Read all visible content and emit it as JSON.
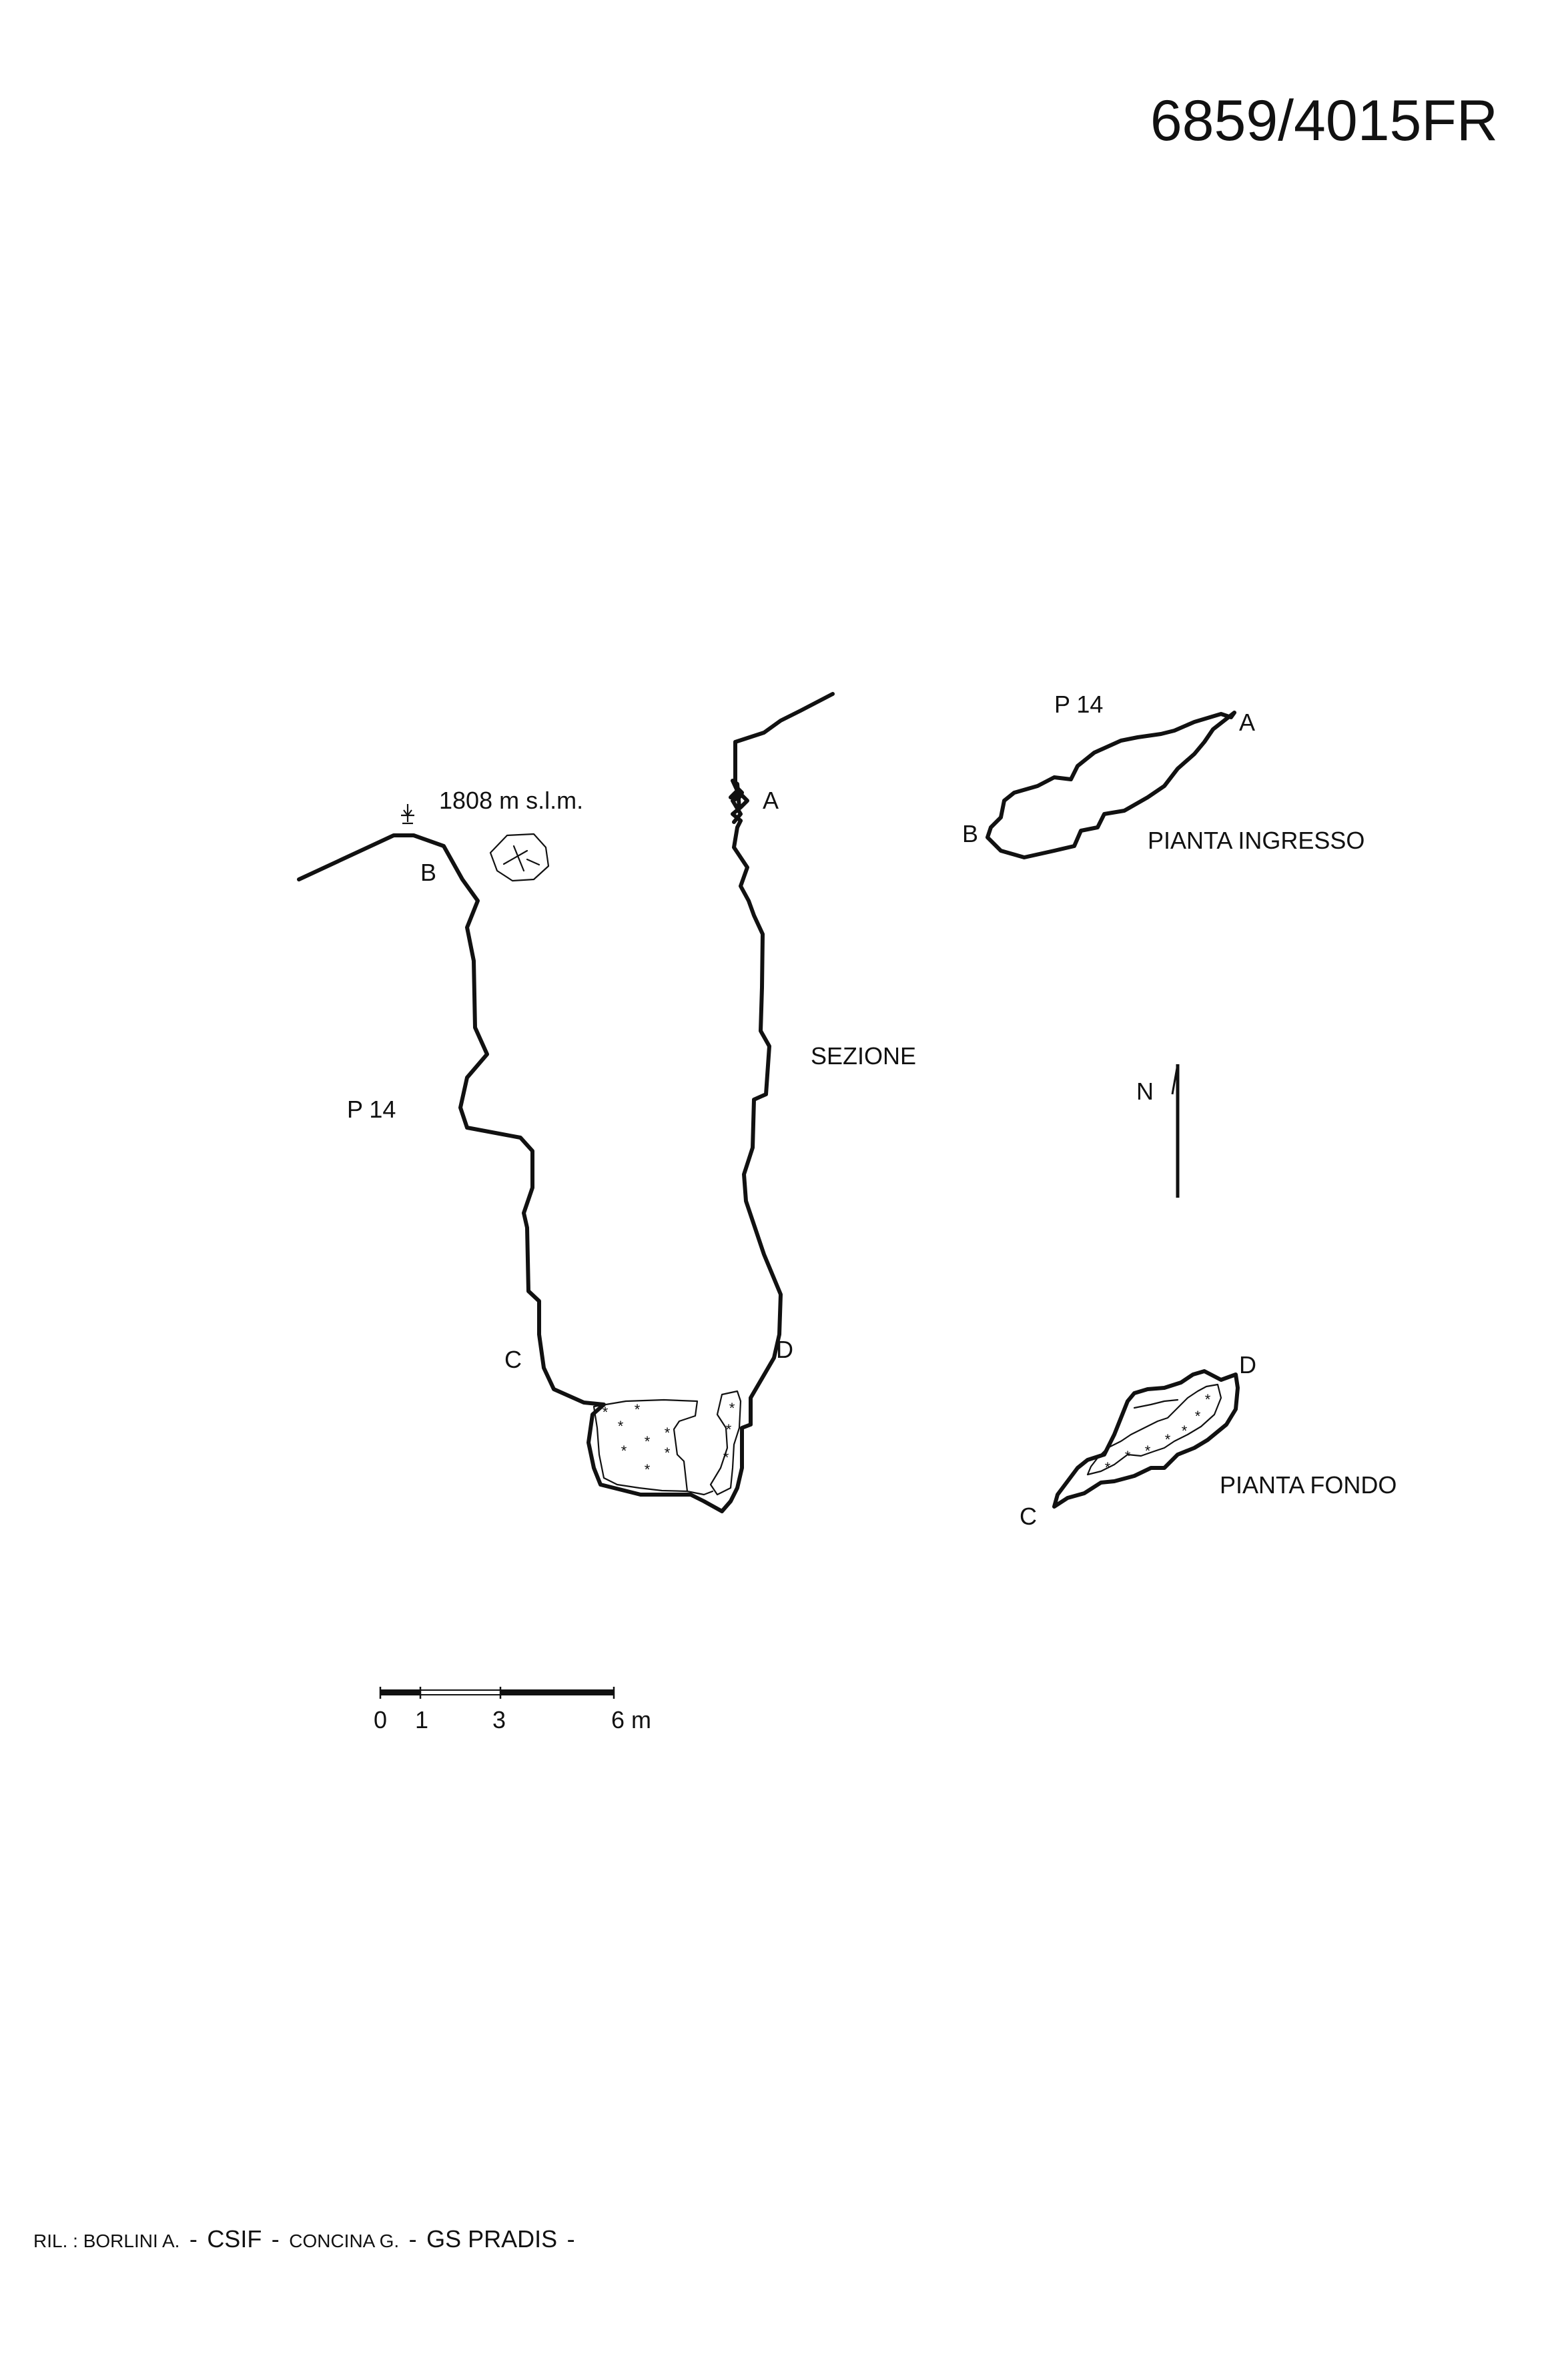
{
  "sheet": {
    "cave_number": "6859/4015FR",
    "altitude": "1808 m s.l.m.",
    "credits": {
      "surveyed_by": "RIL. : BORLINI A.",
      "group1": "CSIF",
      "surveyor2": "CONCINA G.",
      "group2": "GS PRADIS",
      "sep1": "-",
      "sep2": "-",
      "sep3": "-"
    }
  },
  "section": {
    "label": "SEZIONE",
    "pitch": "P 14",
    "points": {
      "a": "A",
      "b": "B",
      "c": "C",
      "d": "D"
    }
  },
  "plan_entrance": {
    "label": "PIANTA INGRESSO",
    "pitch": "P 14",
    "points": {
      "a": "A",
      "b": "B"
    }
  },
  "plan_bottom": {
    "label": "PIANTA FONDO",
    "points": {
      "c": "C",
      "d": "D"
    }
  },
  "north_arrow": {
    "label": "N"
  },
  "scale_bar": {
    "ticks": [
      "0",
      "1",
      "3",
      "6 m"
    ]
  },
  "symbols": {
    "boulder": "*",
    "entrance_symbol": "entrance-marker-icon"
  }
}
